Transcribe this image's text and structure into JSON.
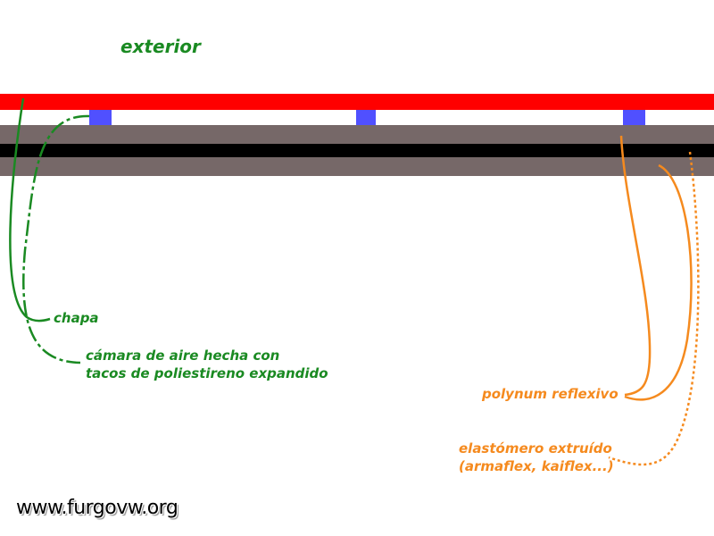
{
  "diagram": {
    "title": "exterior",
    "labels": {
      "chapa": "chapa",
      "camara_line1": "cámara de aire hecha con",
      "camara_line2": "tacos de poliestireno expandido",
      "polynum": "polynum reflexivo",
      "elastomero_line1": "elastómero extruído",
      "elastomero_line2": "(armaflex, kaiflex...)"
    },
    "watermark": "www.furgovw.org"
  },
  "colors": {
    "chapa": "#ff0000",
    "tacos": "#5050ff",
    "polynum": "#766868",
    "elastomero": "#000000",
    "green_text": "#1a8a22",
    "orange_text": "#f58a1e"
  }
}
